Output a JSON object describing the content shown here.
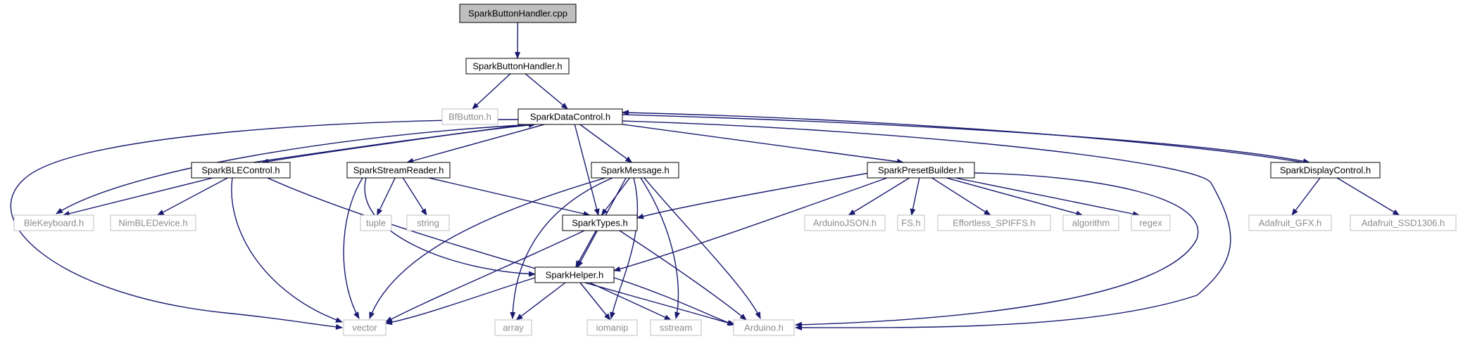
{
  "colors": {
    "edge": "#191970",
    "root_fill": "#bfbfbf",
    "project_border": "#000000",
    "external_border": "#bfbfbf",
    "external_text": "#8c8c8c"
  },
  "nodes": [
    {
      "id": "spark_button_handler_cpp",
      "label": "SparkButtonHandler.cpp",
      "kind": "root"
    },
    {
      "id": "spark_button_handler_h",
      "label": "SparkButtonHandler.h",
      "kind": "project"
    },
    {
      "id": "bfbutton_h",
      "label": "BfButton.h",
      "kind": "external"
    },
    {
      "id": "spark_data_control_h",
      "label": "SparkDataControl.h",
      "kind": "project"
    },
    {
      "id": "spark_ble_control_h",
      "label": "SparkBLEControl.h",
      "kind": "project"
    },
    {
      "id": "spark_stream_reader_h",
      "label": "SparkStreamReader.h",
      "kind": "project"
    },
    {
      "id": "spark_message_h",
      "label": "SparkMessage.h",
      "kind": "project"
    },
    {
      "id": "spark_preset_builder_h",
      "label": "SparkPresetBuilder.h",
      "kind": "project"
    },
    {
      "id": "spark_display_control_h",
      "label": "SparkDisplayControl.h",
      "kind": "project"
    },
    {
      "id": "blekeyboard_h",
      "label": "BleKeyboard.h",
      "kind": "external"
    },
    {
      "id": "nimbledevice_h",
      "label": "NimBLEDevice.h",
      "kind": "external"
    },
    {
      "id": "tuple",
      "label": "tuple",
      "kind": "external"
    },
    {
      "id": "string",
      "label": "string",
      "kind": "external"
    },
    {
      "id": "spark_types_h",
      "label": "SparkTypes.h",
      "kind": "project"
    },
    {
      "id": "arduinojson_h",
      "label": "ArduinoJSON.h",
      "kind": "external"
    },
    {
      "id": "fs_h",
      "label": "FS.h",
      "kind": "external"
    },
    {
      "id": "effortless_spiffs_h",
      "label": "Effortless_SPIFFS.h",
      "kind": "external"
    },
    {
      "id": "algorithm",
      "label": "algorithm",
      "kind": "external"
    },
    {
      "id": "regex",
      "label": "regex",
      "kind": "external"
    },
    {
      "id": "adafruit_gfx_h",
      "label": "Adafruit_GFX.h",
      "kind": "external"
    },
    {
      "id": "adafruit_ssd1306_h",
      "label": "Adafruit_SSD1306.h",
      "kind": "external"
    },
    {
      "id": "spark_helper_h",
      "label": "SparkHelper.h",
      "kind": "project"
    },
    {
      "id": "vector",
      "label": "vector",
      "kind": "external"
    },
    {
      "id": "array",
      "label": "array",
      "kind": "external"
    },
    {
      "id": "iomanip",
      "label": "iomanip",
      "kind": "external"
    },
    {
      "id": "sstream",
      "label": "sstream",
      "kind": "external"
    },
    {
      "id": "arduino_h",
      "label": "Arduino.h",
      "kind": "external"
    }
  ],
  "edges": [
    {
      "from": "spark_button_handler_cpp",
      "to": "spark_button_handler_h"
    },
    {
      "from": "spark_button_handler_h",
      "to": "bfbutton_h"
    },
    {
      "from": "spark_button_handler_h",
      "to": "spark_data_control_h"
    },
    {
      "from": "spark_data_control_h",
      "to": "spark_ble_control_h"
    },
    {
      "from": "spark_data_control_h",
      "to": "spark_stream_reader_h"
    },
    {
      "from": "spark_data_control_h",
      "to": "spark_message_h"
    },
    {
      "from": "spark_data_control_h",
      "to": "spark_preset_builder_h"
    },
    {
      "from": "spark_data_control_h",
      "to": "spark_display_control_h"
    },
    {
      "from": "spark_data_control_h",
      "to": "spark_types_h"
    },
    {
      "from": "spark_data_control_h",
      "to": "blekeyboard_h"
    },
    {
      "from": "spark_data_control_h",
      "to": "vector"
    },
    {
      "from": "spark_data_control_h",
      "to": "arduino_h"
    },
    {
      "from": "spark_ble_control_h",
      "to": "spark_data_control_h"
    },
    {
      "from": "spark_ble_control_h",
      "to": "blekeyboard_h"
    },
    {
      "from": "spark_ble_control_h",
      "to": "nimbledevice_h"
    },
    {
      "from": "spark_ble_control_h",
      "to": "vector"
    },
    {
      "from": "spark_ble_control_h",
      "to": "arduino_h"
    },
    {
      "from": "spark_stream_reader_h",
      "to": "tuple"
    },
    {
      "from": "spark_stream_reader_h",
      "to": "string"
    },
    {
      "from": "spark_stream_reader_h",
      "to": "spark_types_h"
    },
    {
      "from": "spark_stream_reader_h",
      "to": "spark_helper_h"
    },
    {
      "from": "spark_stream_reader_h",
      "to": "vector"
    },
    {
      "from": "spark_message_h",
      "to": "spark_types_h"
    },
    {
      "from": "spark_message_h",
      "to": "spark_helper_h"
    },
    {
      "from": "spark_message_h",
      "to": "vector"
    },
    {
      "from": "spark_message_h",
      "to": "array"
    },
    {
      "from": "spark_message_h",
      "to": "iomanip"
    },
    {
      "from": "spark_message_h",
      "to": "sstream"
    },
    {
      "from": "spark_message_h",
      "to": "arduino_h"
    },
    {
      "from": "spark_preset_builder_h",
      "to": "spark_types_h"
    },
    {
      "from": "spark_preset_builder_h",
      "to": "spark_helper_h"
    },
    {
      "from": "spark_preset_builder_h",
      "to": "arduinojson_h"
    },
    {
      "from": "spark_preset_builder_h",
      "to": "fs_h"
    },
    {
      "from": "spark_preset_builder_h",
      "to": "effortless_spiffs_h"
    },
    {
      "from": "spark_preset_builder_h",
      "to": "algorithm"
    },
    {
      "from": "spark_preset_builder_h",
      "to": "regex"
    },
    {
      "from": "spark_preset_builder_h",
      "to": "arduino_h"
    },
    {
      "from": "spark_display_control_h",
      "to": "spark_data_control_h"
    },
    {
      "from": "spark_display_control_h",
      "to": "adafruit_gfx_h"
    },
    {
      "from": "spark_display_control_h",
      "to": "adafruit_ssd1306_h"
    },
    {
      "from": "spark_types_h",
      "to": "spark_helper_h"
    },
    {
      "from": "spark_types_h",
      "to": "vector"
    },
    {
      "from": "spark_types_h",
      "to": "arduino_h"
    },
    {
      "from": "spark_helper_h",
      "to": "vector"
    },
    {
      "from": "spark_helper_h",
      "to": "array"
    },
    {
      "from": "spark_helper_h",
      "to": "iomanip"
    },
    {
      "from": "spark_helper_h",
      "to": "sstream"
    },
    {
      "from": "spark_helper_h",
      "to": "arduino_h"
    }
  ]
}
